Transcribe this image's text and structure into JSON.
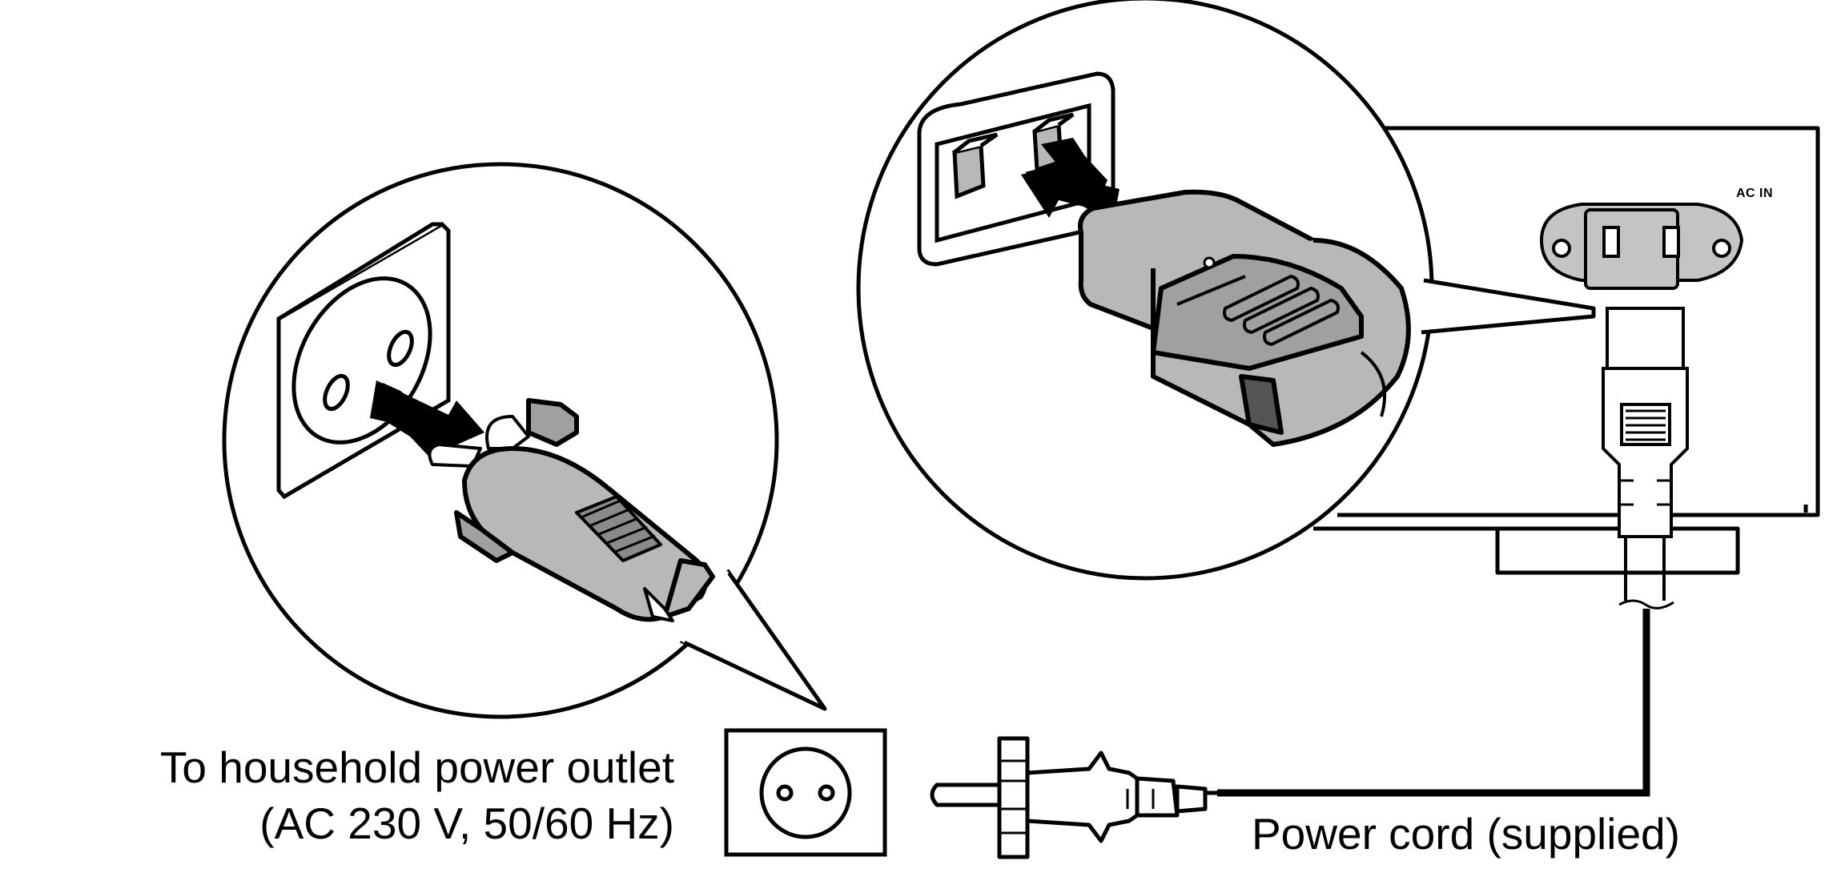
{
  "labels": {
    "outlet_line1": "To household power outlet",
    "outlet_line2": "(AC 230 V, 50/60 Hz)",
    "power_cord": "Power cord (supplied)",
    "ac_in": "AC IN"
  },
  "colors": {
    "line": "#000000",
    "plug_fill": "#b8b8b8",
    "plug_dark": "#8a8a8a",
    "background": "#ffffff"
  },
  "icons": {
    "arrow": "insert-arrow-icon",
    "outlet": "wall-outlet-icon",
    "plug": "power-plug-icon",
    "inlet": "ac-inlet-icon"
  }
}
